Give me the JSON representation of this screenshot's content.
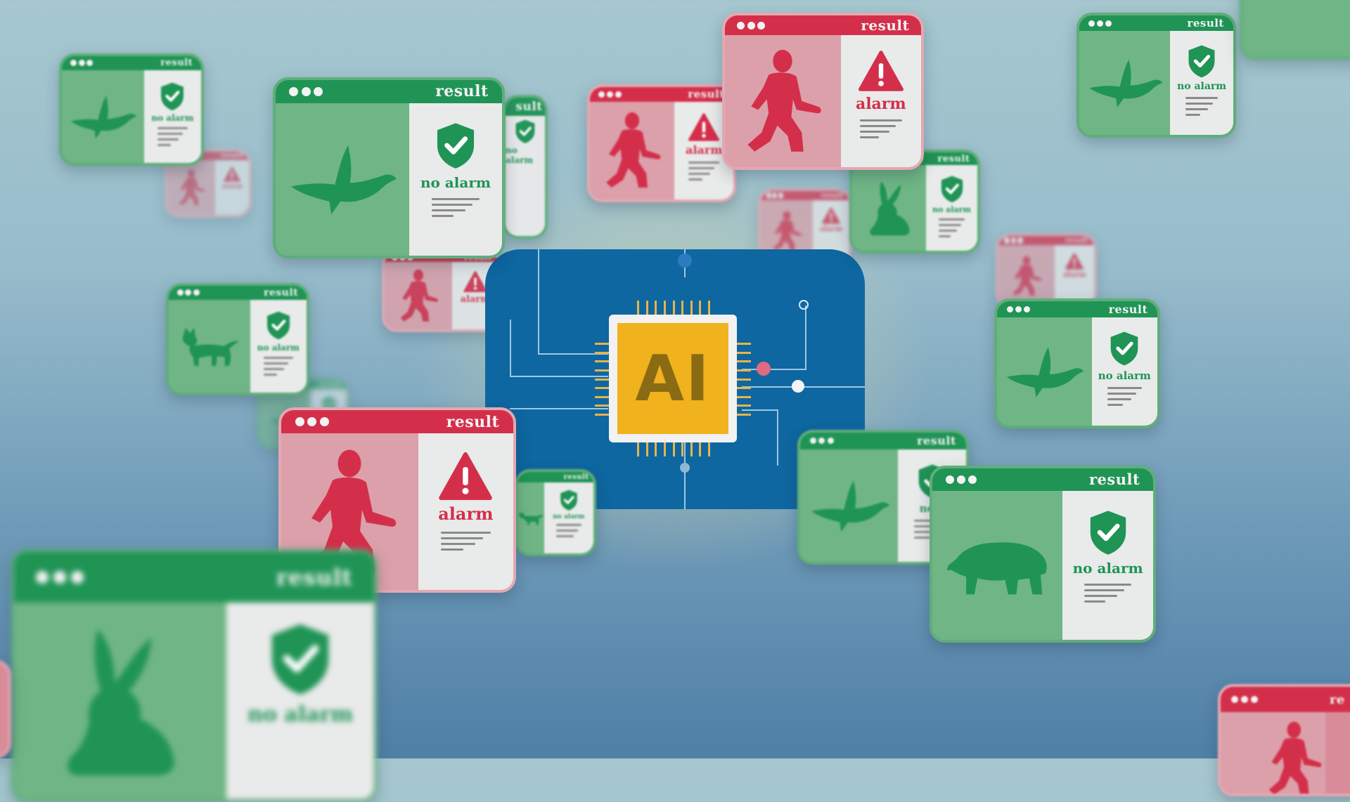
{
  "chip": {
    "label": "AI"
  },
  "card_texts": {
    "result": "result",
    "result_partial": "sult",
    "result_edge": "re",
    "safe_status": "no alarm",
    "safe_status_partial": "no a",
    "danger_status": "alarm"
  },
  "colors": {
    "safe": "#1f9455",
    "danger": "#d42f4a",
    "chip_board": "#0e67a0",
    "chip_core": "#f0b21d"
  },
  "icons": {
    "safe_badge": "shield-check-icon",
    "danger_badge": "warning-triangle-icon",
    "subjects": [
      "bird-icon",
      "person-walking-icon",
      "rabbit-icon",
      "cat-icon",
      "boar-icon",
      "fox-icon"
    ]
  }
}
